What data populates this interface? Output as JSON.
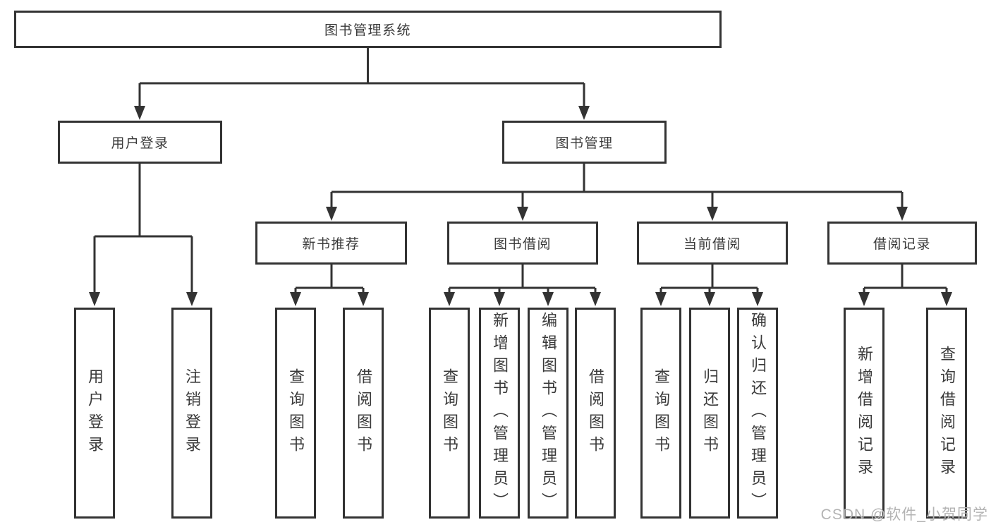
{
  "tree": {
    "label": "图书管理系统",
    "children": [
      {
        "label": "用户登录",
        "children": [
          {
            "label": "用户登录"
          },
          {
            "label": "注销登录"
          }
        ]
      },
      {
        "label": "图书管理",
        "children": [
          {
            "label": "新书推荐",
            "children": [
              {
                "label": "查询图书"
              },
              {
                "label": "借阅图书"
              }
            ]
          },
          {
            "label": "图书借阅",
            "children": [
              {
                "label": "查询图书"
              },
              {
                "label": "新增图书（管理员）"
              },
              {
                "label": "编辑图书（管理员）"
              },
              {
                "label": "借阅图书"
              }
            ]
          },
          {
            "label": "当前借阅",
            "children": [
              {
                "label": "查询图书"
              },
              {
                "label": "归还图书"
              },
              {
                "label": "确认归还（管理员）"
              }
            ]
          },
          {
            "label": "借阅记录",
            "children": [
              {
                "label": "新增借阅记录"
              },
              {
                "label": "查询借阅记录"
              }
            ]
          }
        ]
      }
    ]
  },
  "watermark": "CSDN @软件_小贺同学",
  "colors": {
    "line": "#333333",
    "text": "#3a3a3a",
    "watermark": "#b3b3b3",
    "background": "#ffffff"
  }
}
